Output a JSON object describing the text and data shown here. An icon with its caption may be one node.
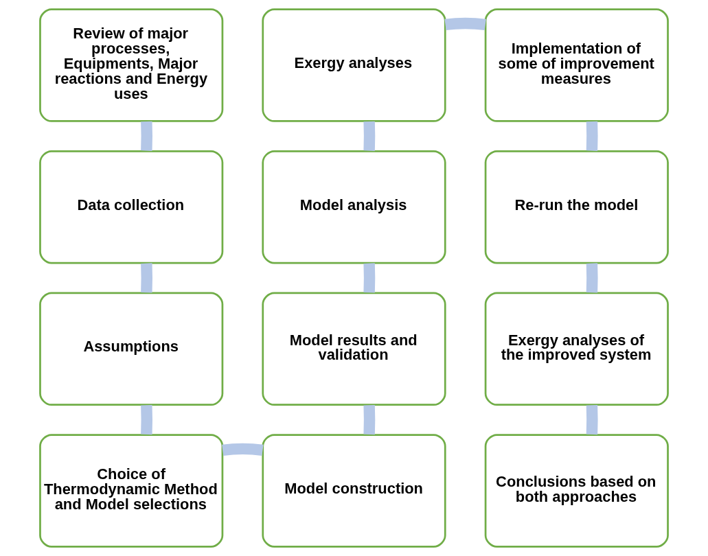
{
  "diagram": {
    "nodes": [
      {
        "text": [
          "Review of major processes, Equipments, Major reactions and Energy uses"
        ]
      },
      {
        "text": [
          "Data collection"
        ]
      },
      {
        "text": [
          "Assumptions"
        ]
      },
      {
        "text": [
          "Choice of Thermodynamic Method and Model selections"
        ]
      },
      {
        "text": [
          "Model construction"
        ]
      },
      {
        "text": [
          "Model results and validation"
        ]
      },
      {
        "text": [
          "Model analysis"
        ]
      },
      {
        "text": [
          "Exergy analyses"
        ]
      },
      {
        "text": [
          "Implementation of some of improvement measures"
        ]
      },
      {
        "text": [
          "Re-run the model"
        ]
      },
      {
        "text": [
          "Exergy analyses of the improved system"
        ]
      },
      {
        "text": [
          "Conclusions based on both approaches"
        ]
      }
    ],
    "edges": [
      {
        "from": 0,
        "to": 1,
        "arrow": "none"
      },
      {
        "from": 1,
        "to": 2,
        "arrow": "none"
      },
      {
        "from": 2,
        "to": 3,
        "arrow": "none"
      },
      {
        "from": 3,
        "to": 4,
        "arrow": "none"
      },
      {
        "from": 4,
        "to": 5,
        "arrow": "none"
      },
      {
        "from": 5,
        "to": 6,
        "arrow": "none"
      },
      {
        "from": 6,
        "to": 7,
        "arrow": "none"
      },
      {
        "from": 7,
        "to": 8,
        "arrow": "none"
      },
      {
        "from": 8,
        "to": 9,
        "arrow": "none"
      },
      {
        "from": 9,
        "to": 10,
        "arrow": "none"
      },
      {
        "from": 10,
        "to": 11,
        "arrow": "none"
      }
    ]
  }
}
